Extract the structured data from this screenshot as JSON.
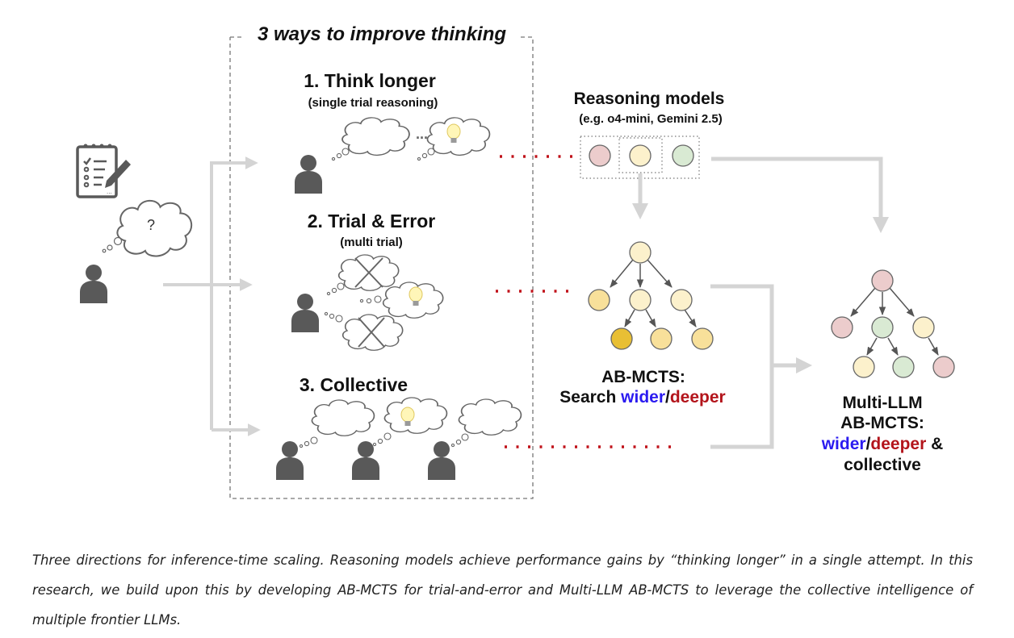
{
  "box_title": "3 ways to improve thinking",
  "ways": [
    {
      "title": "1. Think longer",
      "subtitle": "(single trial reasoning)"
    },
    {
      "title": "2. Trial & Error",
      "subtitle": "(multi trial)"
    },
    {
      "title": "3. Collective",
      "subtitle": ""
    }
  ],
  "question_mark": "?",
  "thinking_ellipsis": "...",
  "reasoning_models": {
    "title": "Reasoning models",
    "subtitle": "(e.g. o4-mini, Gemini 2.5)",
    "models": [
      {
        "color": "#eccccc"
      },
      {
        "color": "#fcf1cc"
      },
      {
        "color": "#d9ead3"
      }
    ]
  },
  "ab_mcts": {
    "line1": "AB-MCTS:",
    "line2_prefix": "Search ",
    "wider": "wider",
    "slash": "/",
    "deeper": "deeper"
  },
  "multi_llm": {
    "line1": "Multi-LLM",
    "line2": "AB-MCTS:",
    "wider": "wider",
    "slash": "/",
    "deeper": "deeper",
    "amp": " &",
    "collective": "collective"
  },
  "colors": {
    "wider": "#2b1bf0",
    "deeper": "#b3141b",
    "collective": "#9a1cf0",
    "dotted_red": "#c0121a",
    "arrow_gray": "#d4d4d4",
    "person": "#595959"
  },
  "caption": "Three directions for inference-time scaling. Reasoning models achieve performance gains by “thinking longer” in a single attempt. In this research, we build upon this by developing AB-MCTS for trial-and-error and Multi-LLM AB-MCTS to leverage the collective intelligence of multiple frontier LLMs."
}
